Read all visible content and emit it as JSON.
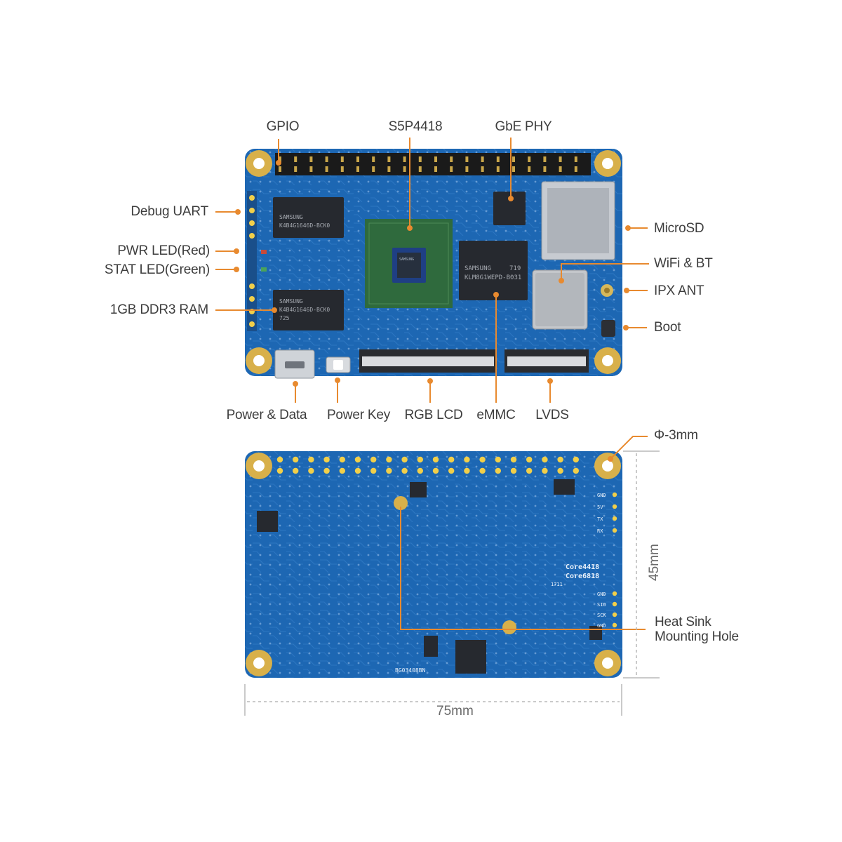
{
  "colors": {
    "pcb": "#1d67b3",
    "pcb_dark": "#124f92",
    "pcb_trace": "#3c86d1",
    "pad_gold": "#d8b04a",
    "pad_yellow": "#f1cf4a",
    "chip_black": "#26292f",
    "soc_green": "#2f6a3d",
    "leader": "#e88a2f",
    "dim_line": "#b9b9b9",
    "text": "#3d3d3d"
  },
  "top_board": {
    "labels": {
      "gpio": "GPIO",
      "soc": "S5P4418",
      "gbe_phy": "GbE PHY",
      "debug_uart": "Debug UART",
      "pwr_led": "PWR LED(Red)",
      "stat_led": "STAT LED(Green)",
      "ram": "1GB DDR3 RAM",
      "microsd": "MicroSD",
      "wifi_bt": "WiFi & BT",
      "ipx_ant": "IPX ANT",
      "boot": "Boot",
      "power_data": "Power & Data",
      "power_key": "Power Key",
      "rgb_lcd": "RGB LCD",
      "emmc": "eMMC",
      "lvds": "LVDS"
    },
    "chip_text": {
      "ram_brand": "SAMSUNG",
      "ram_part": "K4B4G1646D-BCK0",
      "ram_code": "725",
      "emmc_brand": "SAMSUNG",
      "emmc_code": "719",
      "emmc_part": "KLM8G1WEPD-B031",
      "soc_brand": "SAMSUNG"
    }
  },
  "bottom_board": {
    "labels": {
      "hole": "Φ-3mm",
      "heat_sink_line1": "Heat Sink",
      "heat_sink_line2": "Mounting Hole",
      "height": "45mm",
      "width": "75mm"
    },
    "silk": {
      "core1": "Core4418",
      "core2": "Core6818",
      "pin_labels": [
        "GND",
        "5V",
        "TX",
        "RX",
        "GND",
        "SIO",
        "SCK",
        "GND"
      ],
      "serial": "BG03408BN",
      "date": "1711"
    }
  }
}
